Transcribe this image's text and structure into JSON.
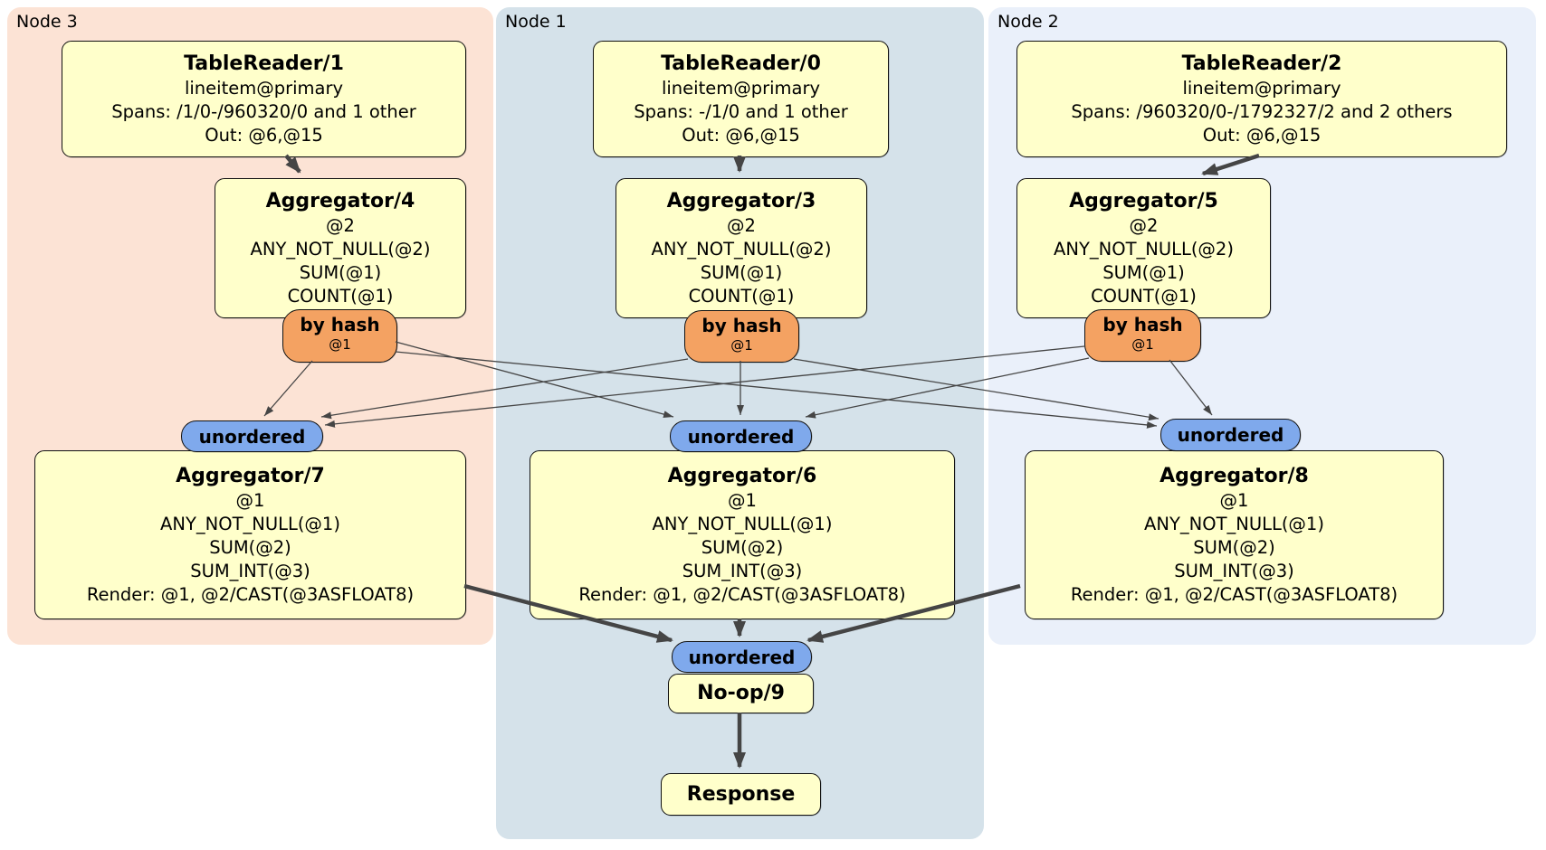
{
  "panels": [
    {
      "label": "Node 3"
    },
    {
      "label": "Node 1"
    },
    {
      "label": "Node 2"
    }
  ],
  "processors": {
    "tr1": {
      "title": "TableReader/1",
      "lines": [
        "lineitem@primary",
        "Spans: /1/0-/960320/0 and 1 other",
        "Out: @6,@15"
      ]
    },
    "tr0": {
      "title": "TableReader/0",
      "lines": [
        "lineitem@primary",
        "Spans: -/1/0 and 1 other",
        "Out: @6,@15"
      ]
    },
    "tr2": {
      "title": "TableReader/2",
      "lines": [
        "lineitem@primary",
        "Spans: /960320/0-/1792327/2 and 2 others",
        "Out: @6,@15"
      ]
    },
    "agg4": {
      "title": "Aggregator/4",
      "lines": [
        "@2",
        "ANY_NOT_NULL(@2)",
        "SUM(@1)",
        "COUNT(@1)"
      ]
    },
    "agg3": {
      "title": "Aggregator/3",
      "lines": [
        "@2",
        "ANY_NOT_NULL(@2)",
        "SUM(@1)",
        "COUNT(@1)"
      ]
    },
    "agg5": {
      "title": "Aggregator/5",
      "lines": [
        "@2",
        "ANY_NOT_NULL(@2)",
        "SUM(@1)",
        "COUNT(@1)"
      ]
    },
    "agg7": {
      "title": "Aggregator/7",
      "lines": [
        "@1",
        "ANY_NOT_NULL(@1)",
        "SUM(@2)",
        "SUM_INT(@3)",
        "Render: @1, @2/CAST(@3ASFLOAT8)"
      ]
    },
    "agg6": {
      "title": "Aggregator/6",
      "lines": [
        "@1",
        "ANY_NOT_NULL(@1)",
        "SUM(@2)",
        "SUM_INT(@3)",
        "Render: @1, @2/CAST(@3ASFLOAT8)"
      ]
    },
    "agg8": {
      "title": "Aggregator/8",
      "lines": [
        "@1",
        "ANY_NOT_NULL(@1)",
        "SUM(@2)",
        "SUM_INT(@3)",
        "Render: @1, @2/CAST(@3ASFLOAT8)"
      ]
    },
    "noop": {
      "title": "No-op/9"
    },
    "response": {
      "title": "Response"
    }
  },
  "router": {
    "label": "by hash",
    "sub": "@1"
  },
  "sync": {
    "label": "unordered"
  },
  "colors": {
    "panel_node3": "#fce3d5",
    "panel_node1": "#d5e2ea",
    "panel_node2": "#eaf0fa",
    "box": "#ffffcb",
    "router": "#f4a262",
    "sync": "#7fa9ec",
    "edge": "#454545"
  }
}
